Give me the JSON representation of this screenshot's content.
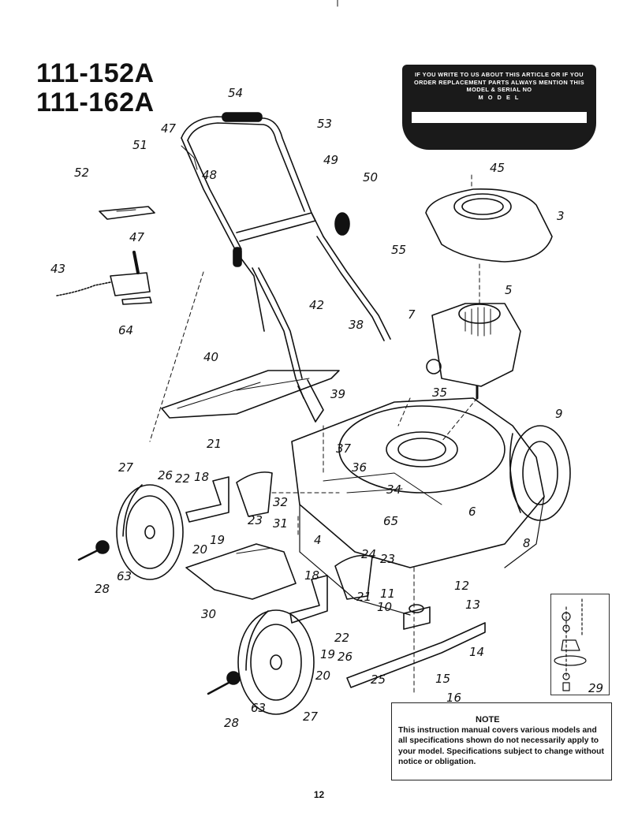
{
  "models": [
    "111-152A",
    "111-162A"
  ],
  "notice": {
    "text": "IF YOU WRITE TO US ABOUT THIS ARTICLE OR IF YOU ORDER REPLACEMENT PARTS ALWAYS MENTION THIS MODEL & SERIAL NO",
    "model_label": "M O D E L"
  },
  "note": {
    "title": "NOTE",
    "text": "This instruction manual covers various models and all specifications shown do not necessarily apply to your model. Specifications subject to change without notice or obligation."
  },
  "page_number": "12",
  "part_labels": [
    "54",
    "53",
    "47",
    "48",
    "51",
    "52",
    "49",
    "50",
    "45",
    "3",
    "47",
    "43",
    "64",
    "55",
    "5",
    "42",
    "7",
    "38",
    "35",
    "40",
    "39",
    "9",
    "21",
    "27",
    "26",
    "22",
    "18",
    "37",
    "36",
    "34",
    "32",
    "23",
    "6",
    "65",
    "31",
    "20",
    "19",
    "4",
    "8",
    "28",
    "63",
    "24",
    "23",
    "18",
    "12",
    "11",
    "10",
    "13",
    "21",
    "30",
    "22",
    "19",
    "26",
    "14",
    "20",
    "25",
    "15",
    "16",
    "63",
    "28",
    "27",
    "29"
  ],
  "colors": {
    "ink": "#111111",
    "notice_bg": "#1a1a1a",
    "note_arrow": "#111111"
  }
}
